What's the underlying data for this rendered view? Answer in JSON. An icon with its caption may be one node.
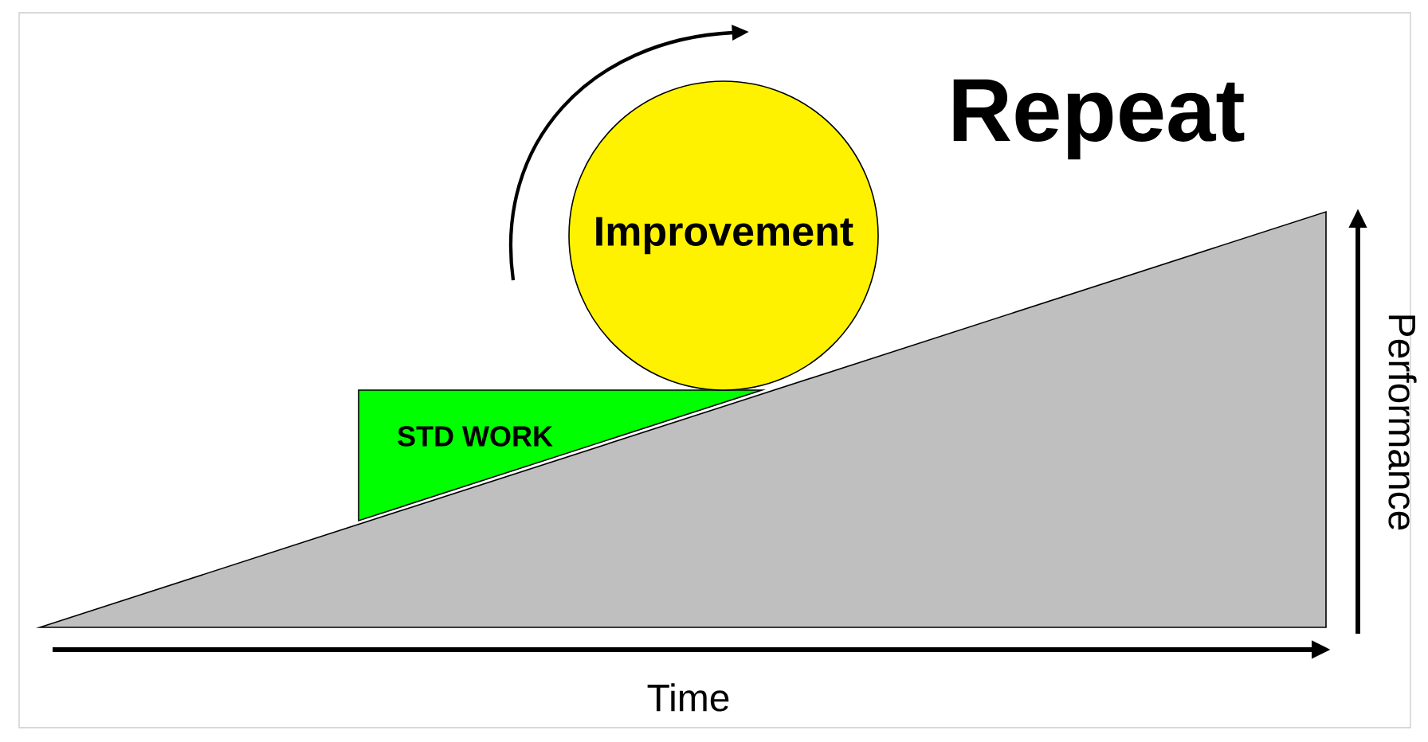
{
  "diagram": {
    "nodes": [
      {
        "text": [
          "STD WORK"
        ]
      },
      {
        "text": [
          "Improvement"
        ]
      }
    ],
    "labels": [
      "Repeat",
      "Time",
      "Performance"
    ]
  }
}
